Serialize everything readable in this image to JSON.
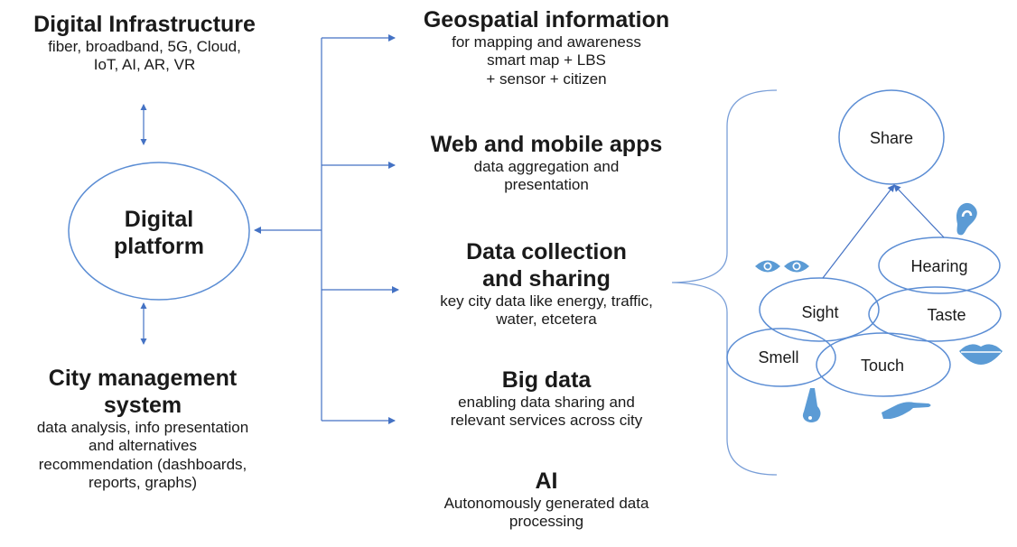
{
  "infra": {
    "title": "Digital Infrastructure",
    "lines": [
      "fiber, broadband, 5G, Cloud,",
      "IoT, AI, AR, VR"
    ]
  },
  "platform": {
    "line1": "Digital",
    "line2": "platform"
  },
  "city": {
    "title1": "City management",
    "title2": "system",
    "lines": [
      "data analysis, info presentation",
      "and alternatives",
      "recommendation (dashboards,",
      "reports, graphs)"
    ]
  },
  "geo": {
    "title": "Geospatial information",
    "lines": [
      "for mapping and awareness",
      "smart map + LBS",
      "+ sensor + citizen"
    ]
  },
  "web": {
    "title": "Web and mobile apps",
    "lines": [
      "data aggregation  and",
      "presentation"
    ]
  },
  "collect": {
    "title1": "Data collection",
    "title2": "and sharing",
    "lines": [
      "key city data like energy, traffic,",
      "water, etcetera"
    ]
  },
  "bigdata": {
    "title": "Big data",
    "lines": [
      "enabling data sharing and",
      "relevant services across city"
    ]
  },
  "ai": {
    "title": "AI",
    "lines": [
      "Autonomously generated data",
      "processing"
    ]
  },
  "senses": {
    "share": "Share",
    "hearing": "Hearing",
    "sight": "Sight",
    "taste": "Taste",
    "smell": "Smell",
    "touch": "Touch"
  },
  "icons": [
    "eye-icon",
    "ear-icon",
    "lips-icon",
    "nose-icon",
    "hand-icon"
  ],
  "colors": {
    "line": "#4472c4",
    "ellipse": "#5b8dd4",
    "icon": "#5b9bd5",
    "text": "#1a1a1a"
  }
}
